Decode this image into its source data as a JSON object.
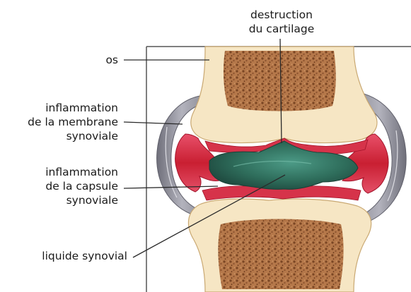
{
  "labels": {
    "top": {
      "line1": "destruction",
      "line2": "du cartilage"
    },
    "os": {
      "line1": "os"
    },
    "membrane": {
      "line1": "inflammation",
      "line2": "de la membrane",
      "line3": "synoviale"
    },
    "capsule": {
      "line1": "inflammation",
      "line2": "de la capsule",
      "line3": "synoviale"
    },
    "liquide": {
      "line1": "liquide synovial"
    }
  },
  "colors": {
    "bone_shaft": "#f4e4c0",
    "bone_marrow": "#a86a3c",
    "synovial_fluid": "#2f6e5c",
    "inflamed_tissue": "#d42c3c",
    "capsule_gray": "#8c8c96",
    "frame_line": "#555555"
  }
}
